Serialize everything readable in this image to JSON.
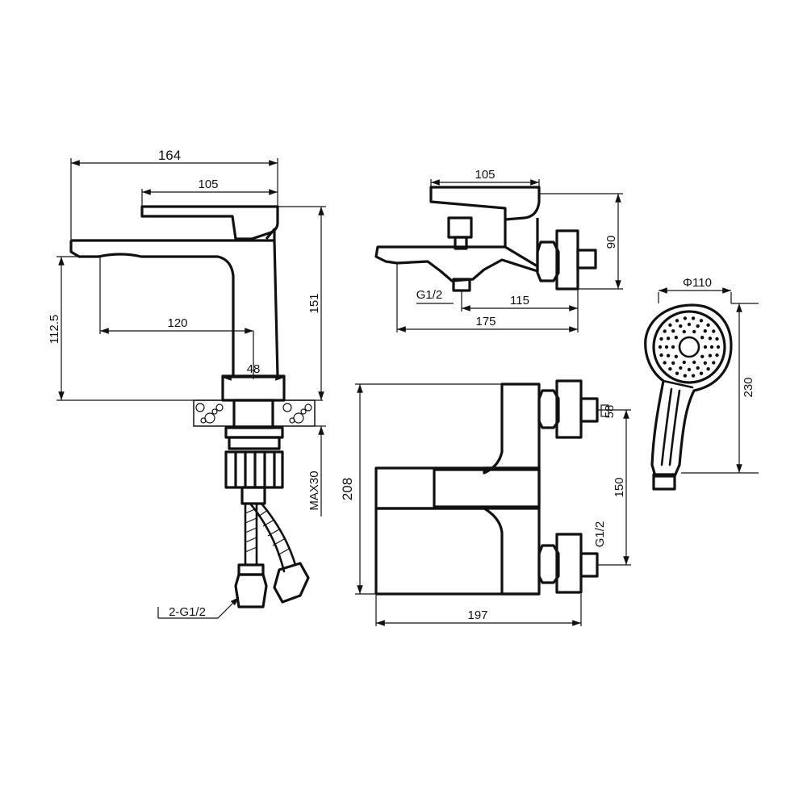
{
  "basin_mixer": {
    "dims": {
      "overall_length": "164",
      "handle_length": "105",
      "spout_reach": "120",
      "spout_height": "112.5",
      "total_height": "151",
      "base_diameter": "48",
      "max_deck": "MAX30",
      "hose_connection": "2-G1/2"
    }
  },
  "bath_mixer_side": {
    "dims": {
      "handle_length": "105",
      "height": "90",
      "inlet_thread": "G1/2",
      "spout_reach": "115",
      "overall_length": "175"
    }
  },
  "bath_mixer_front": {
    "dims": {
      "height": "208",
      "width": "197",
      "eccentric_size": "58",
      "center_distance": "150",
      "inlet_thread": "G1/2"
    }
  },
  "hand_shower": {
    "dims": {
      "head_diameter": "Φ110",
      "length": "230"
    }
  }
}
